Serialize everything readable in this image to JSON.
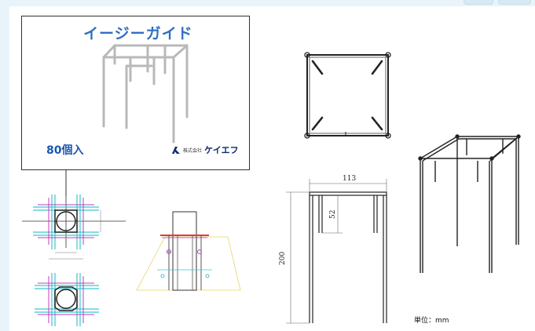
{
  "card": {
    "title": "イージーガイド",
    "count": "80個入",
    "logo_corp": "株式会社",
    "logo_name": "ケイエフ"
  },
  "dimensions": {
    "width": "113",
    "height": "200",
    "leg": "52"
  },
  "unit_label": "単位：mm",
  "colors": {
    "title": "#2f6fc4",
    "count": "#1a57b0",
    "logo": "#0d2a6e",
    "frame_red": "#e03c3c",
    "frame_cyan": "#3cc6cf",
    "frame_magenta": "#c23cc4",
    "frame_yellow": "#e6d46a"
  }
}
